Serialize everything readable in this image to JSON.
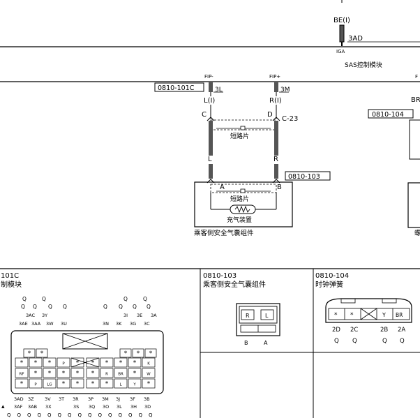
{
  "top": {
    "wire_top_label": "BE(I)",
    "wire_top_pin": "3AD",
    "wire_top_terminal": "IGA",
    "sas_module": "SAS控制模块",
    "fip_minus": "FIP-",
    "fip_plus": "FIP+",
    "fip_right": "F",
    "right_cut_label": "BR"
  },
  "harness": {
    "conn_101c": "0810-101C",
    "pin_3l": "3L",
    "pin_3m": "3M",
    "wire_l_i": "L(I)",
    "wire_r_i": "R(I)",
    "junction_c": "C",
    "junction_d": "D",
    "conn_c23": "C-23",
    "shorting_1": "短路片",
    "wire_l": "L",
    "wire_r": "R",
    "conn_103": "0810-103",
    "conn_104": "0810-104",
    "pin_a": "A",
    "pin_b": "B",
    "shorting_2": "短路片",
    "inflator": "充气装置",
    "airbag_assembly": "乘客侧安全气囊组件",
    "right_cut_text": "螺"
  },
  "panels": {
    "p1_code": "101C",
    "p1_name": "制模块",
    "p2_code": "0810-103",
    "p2_name": "乘客侧安全气囊组件",
    "p2_pin_r": "R",
    "p2_pin_l": "L",
    "p2_label_b": "B",
    "p2_label_a": "A",
    "p3_code": "0810-104",
    "p3_name": "时钟弹簧",
    "p3_pins": [
      "*",
      "*",
      "",
      "Y",
      "BR"
    ],
    "p3_labels": [
      "2D",
      "2C",
      "2B",
      "2A"
    ],
    "p3_q": [
      "Q",
      "Q",
      "Q",
      "Q"
    ]
  },
  "conn101c": {
    "q_row1_left": [
      "Q",
      "Q"
    ],
    "q_row1_right": [
      "Q",
      "Q"
    ],
    "q_row2_left": [
      "Q",
      "Q",
      "Q",
      "Q"
    ],
    "q_row2_right": [
      "Q",
      "Q",
      "Q",
      "Q"
    ],
    "lab_row1_left": [
      "3AC",
      "3Y"
    ],
    "lab_row1_right": [
      "3I",
      "3E",
      "3A"
    ],
    "lab_row2_left": [
      "3AE",
      "3AA",
      "3W",
      "3U"
    ],
    "lab_row2_right": [
      "3N",
      "3K",
      "3G",
      "3C"
    ],
    "grid_row1": [
      "*",
      "*",
      "*",
      "*",
      "*"
    ],
    "grid_row2": [
      "*",
      "*",
      "*",
      "P",
      "*",
      "*",
      "*",
      "*",
      "*",
      "K"
    ],
    "grid_row3": [
      "RF",
      "*",
      "*",
      "*",
      "*",
      "*",
      "R",
      "BR",
      "*",
      "W"
    ],
    "grid_row4": [
      "*",
      "P",
      "LG",
      "*",
      "*",
      "*",
      "*",
      "L",
      "Y",
      "*"
    ],
    "lab_row3": [
      "3AD",
      "3Z",
      "3V",
      "3T",
      "3R",
      "3P",
      "3M",
      "3J",
      "3F",
      "3B"
    ],
    "lab_row4": [
      "3AF",
      "3AB",
      "3X",
      "3S",
      "3Q",
      "3O",
      "3L",
      "3H",
      "3D"
    ],
    "q_bottom": [
      "Q",
      "Q",
      "Q",
      "Q",
      "Q",
      "Q",
      "Q",
      "Q",
      "Q",
      "Q",
      "Q",
      "Q",
      "Q",
      "Q",
      "Q"
    ]
  }
}
